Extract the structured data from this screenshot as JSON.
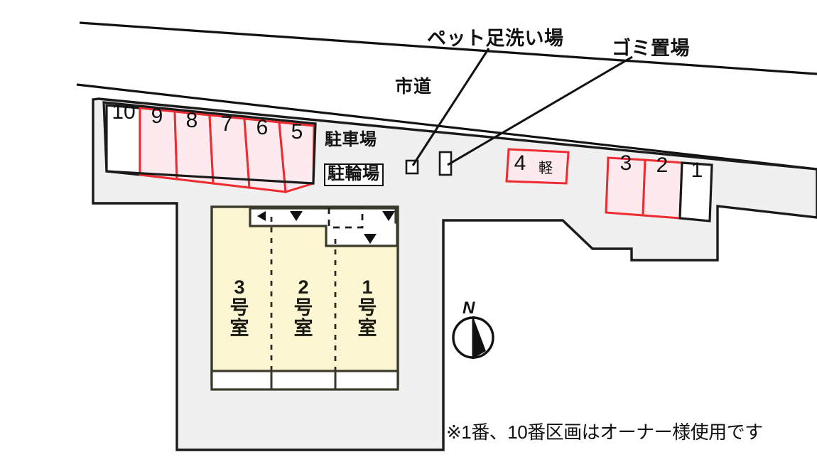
{
  "figure": {
    "kind": "property-site-plan",
    "colors": {
      "stall_available_fill": "#fdeaee",
      "stall_available_stroke": "#ed2b31",
      "stall_owner_fill": "#ffffff",
      "stall_owner_stroke": "#1a1a1a",
      "site_fill": "#f0f0f0",
      "building_fill": "#fcf7d2",
      "building_stroke": "#3a3a2a",
      "corridor_fill": "#ffffff",
      "line": "#111111",
      "page_bg": "#ffffff"
    }
  },
  "callouts": [
    {
      "id": "pet-wash",
      "label": "ペット足洗い場"
    },
    {
      "id": "garbage",
      "label": "ゴミ置場"
    }
  ],
  "road": {
    "label": "市道"
  },
  "zones": [
    {
      "id": "parking-lot",
      "label": "駐車場",
      "boxed": false
    },
    {
      "id": "bicycle-parking",
      "label": "駐輪場",
      "boxed": true
    }
  ],
  "parking": {
    "left_row": [
      {
        "number": "10",
        "owner_use": true,
        "note": ""
      },
      {
        "number": "9",
        "owner_use": false,
        "note": ""
      },
      {
        "number": "8",
        "owner_use": false,
        "note": ""
      },
      {
        "number": "7",
        "owner_use": false,
        "note": ""
      },
      {
        "number": "6",
        "owner_use": false,
        "note": ""
      },
      {
        "number": "5",
        "owner_use": false,
        "note": ""
      }
    ],
    "right_row": [
      {
        "number": "4",
        "owner_use": false,
        "note": "軽"
      },
      {
        "number": "3",
        "owner_use": false,
        "note": ""
      },
      {
        "number": "2",
        "owner_use": false,
        "note": ""
      },
      {
        "number": "1",
        "owner_use": true,
        "note": ""
      }
    ]
  },
  "building": {
    "units": [
      {
        "id": "unit-3",
        "label": "3号室"
      },
      {
        "id": "unit-2",
        "label": "2号室"
      },
      {
        "id": "unit-1",
        "label": "1号室"
      }
    ]
  },
  "compass": {
    "label": "N"
  },
  "footnote": {
    "text": "※1番、10番区画はオーナー様使用です"
  }
}
